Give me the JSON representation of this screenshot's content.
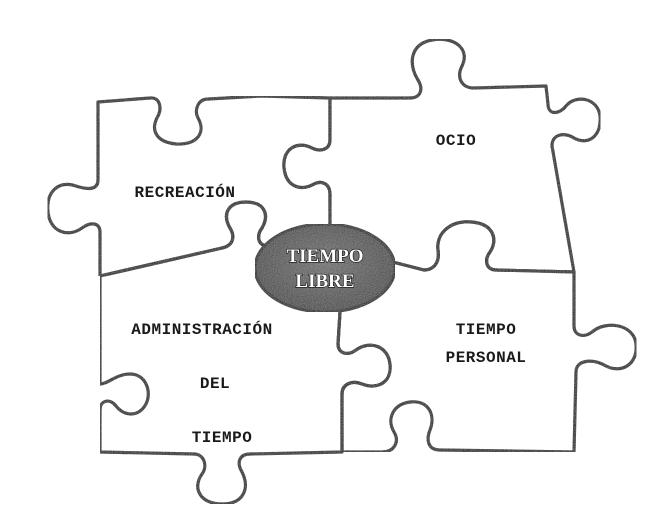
{
  "pieces": {
    "top_left": {
      "label": "RECREACIÓN"
    },
    "top_right": {
      "label": "OCIO"
    },
    "bottom_left": {
      "line1": "ADMINISTRACIÓN",
      "line2": "DEL",
      "line3": "TIEMPO"
    },
    "bottom_right": {
      "line1": "TIEMPO",
      "line2": "PERSONAL"
    }
  },
  "center": {
    "line1": "TIEMPO",
    "line2": "LIBRE"
  },
  "colors": {
    "gray_piece": "#d2d2d2",
    "white_piece": "#f6f6f6",
    "center_ellipse": "#5a5a5a",
    "outline": "#111111"
  }
}
